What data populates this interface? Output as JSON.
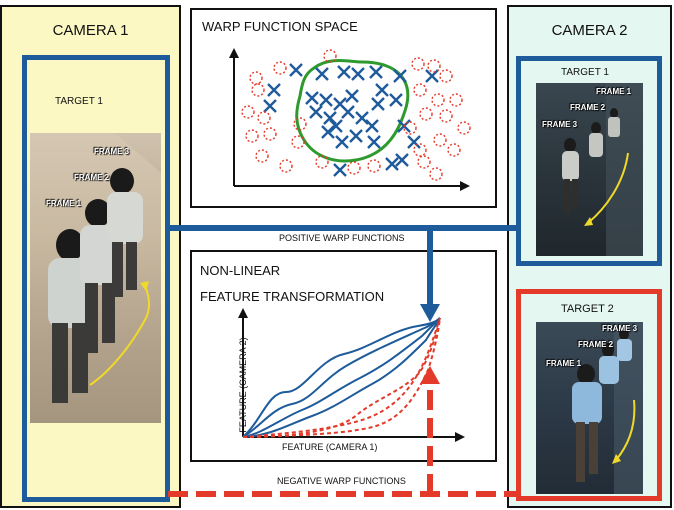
{
  "camera1": {
    "title": "CAMERA 1",
    "target_label": "TARGET 1",
    "frames": [
      "FRAME 1",
      "FRAME 2",
      "FRAME 3"
    ]
  },
  "camera2": {
    "title": "CAMERA 2",
    "target1": {
      "label": "TARGET 1",
      "frames": [
        "FRAME 1",
        "FRAME 2",
        "FRAME 3"
      ]
    },
    "target2": {
      "label": "TARGET 2",
      "frames": [
        "FRAME 1",
        "FRAME 2",
        "FRAME 3"
      ]
    }
  },
  "warp_space": {
    "title": "WARP FUNCTION SPACE"
  },
  "nonlinear": {
    "title_line1": "NON-LINEAR",
    "title_line2": "FEATURE TRANSFORMATION",
    "xlabel": "FEATURE (CAMERA 1)",
    "ylabel": "FEATURE (CAMERA 2)"
  },
  "arrows": {
    "positive": "POSITIVE WARP FUNCTIONS",
    "negative": "NEGATIVE WARP FUNCTIONS"
  },
  "colors": {
    "positive": "#1e5b9b",
    "negative": "#e43a2a",
    "cluster": "#2e9a2e",
    "camera1_bg": "#fbf8c4",
    "camera2_bg": "#e4f7f1"
  }
}
